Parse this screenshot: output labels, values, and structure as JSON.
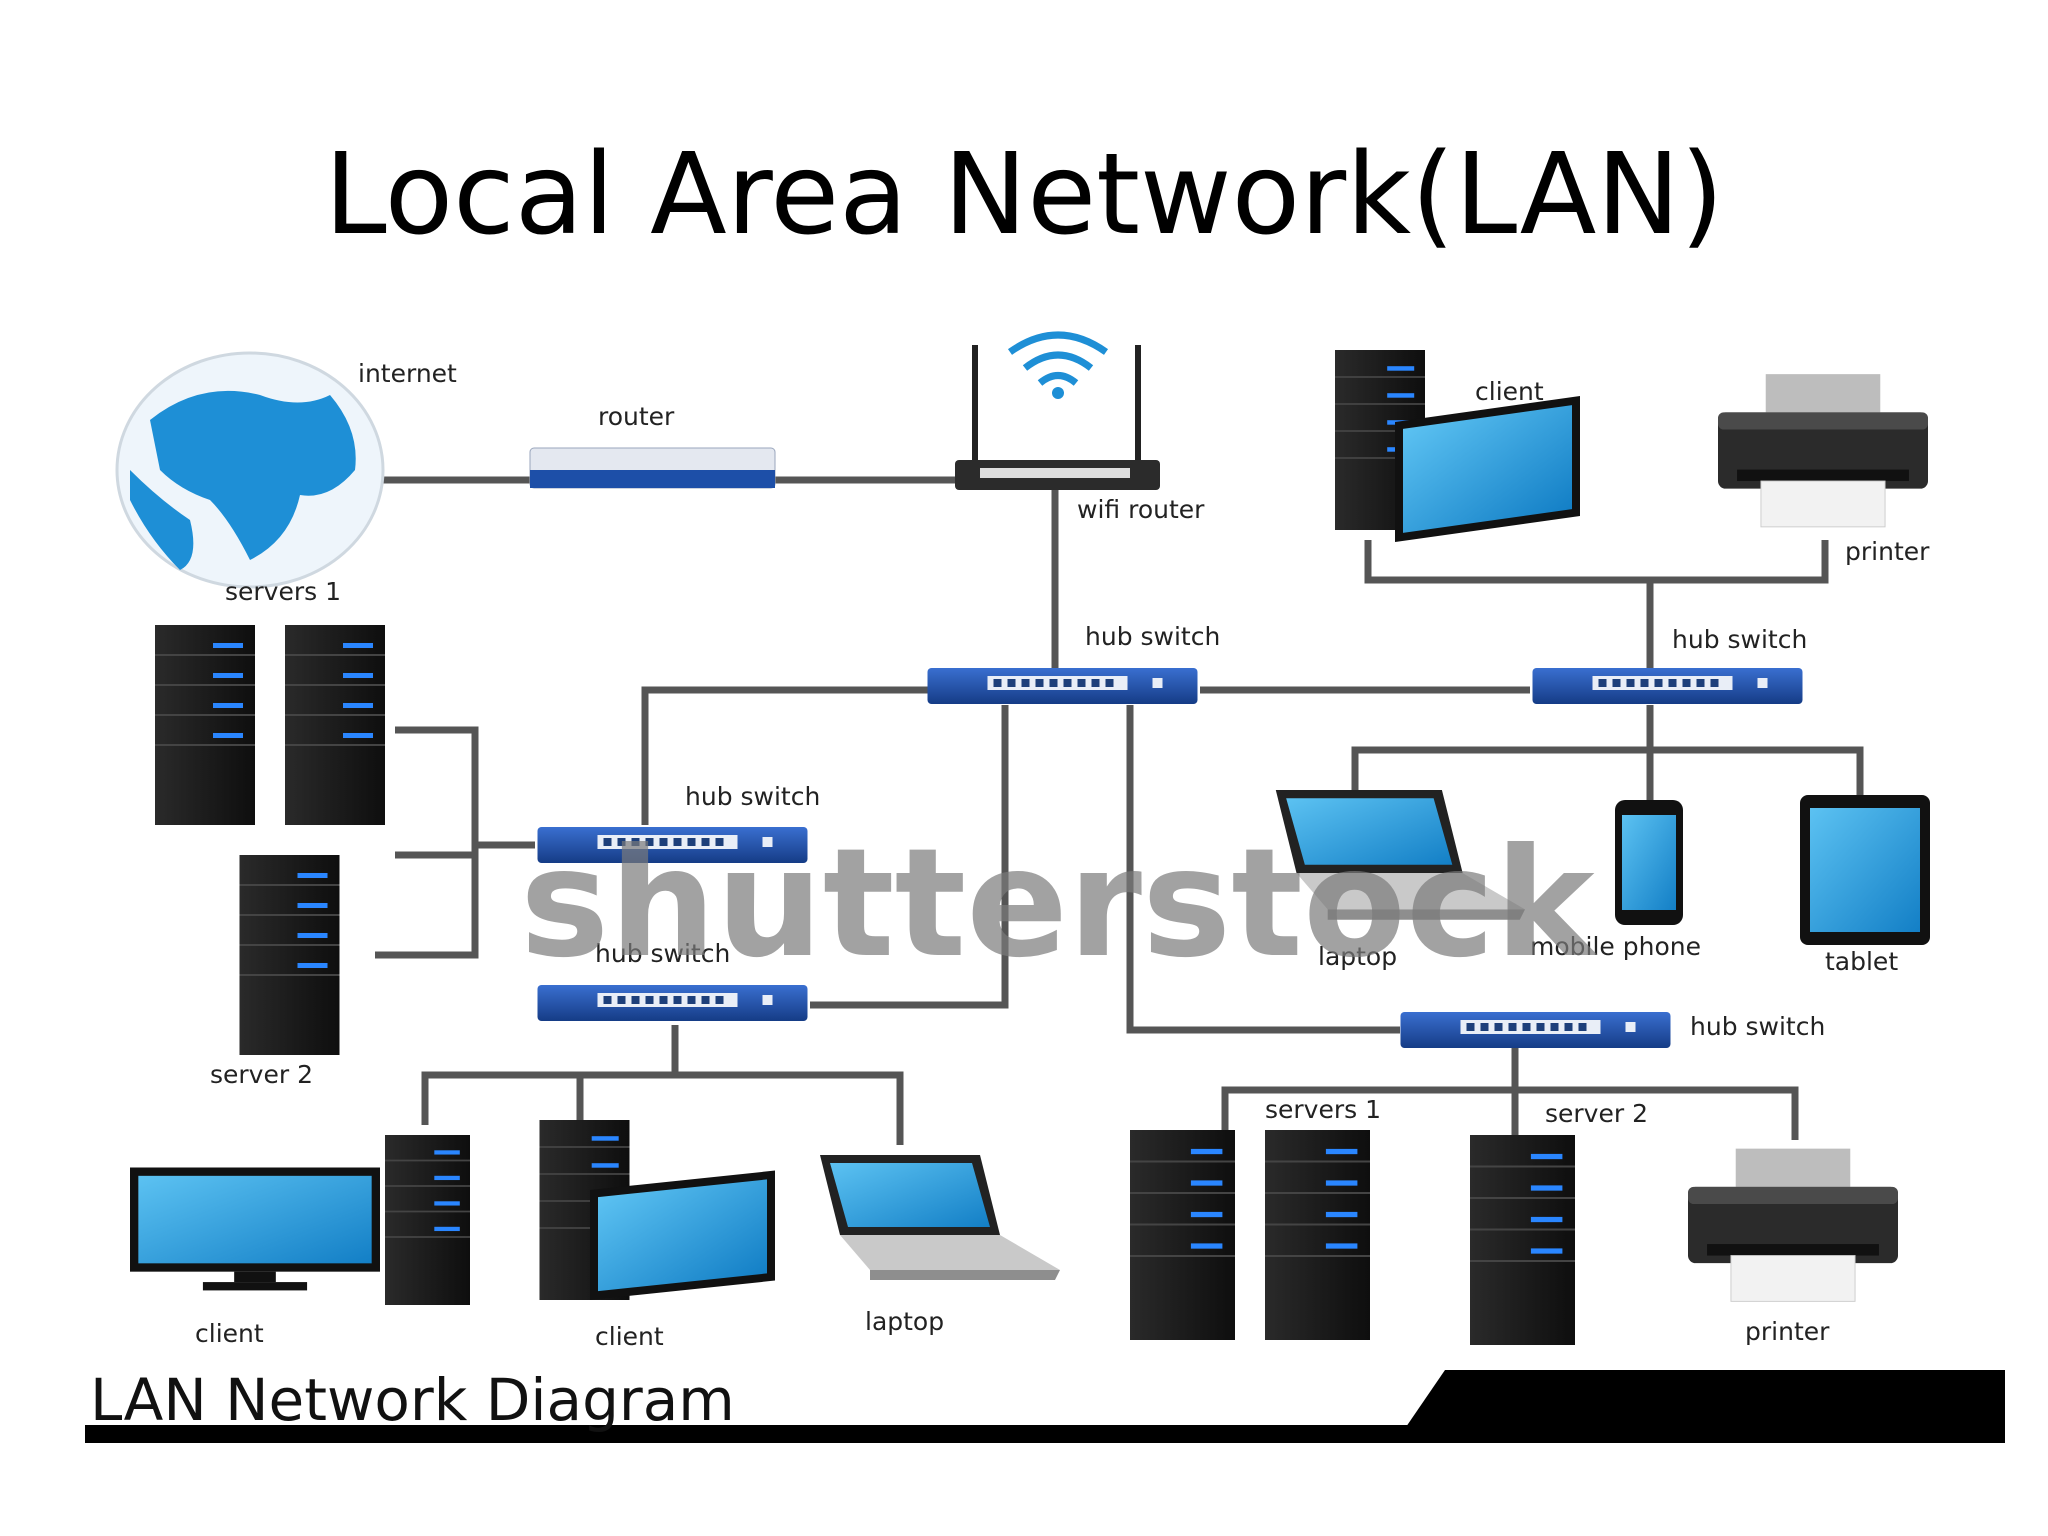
{
  "slide": {
    "title": "Local Area Network(LAN)"
  },
  "diagram": {
    "footer_title": "LAN Network Diagram",
    "watermark": "shutterstock",
    "labels": {
      "internet": "internet",
      "router": "router",
      "wifi_router": "wifi router",
      "client_top": "client",
      "printer_top": "printer",
      "servers1_left": "servers 1",
      "server2_left": "server 2",
      "hub_main": "hub switch",
      "hub_right": "hub switch",
      "hub_left_upper": "hub switch",
      "hub_left_lower": "hub switch",
      "hub_bottom_right": "hub switch",
      "laptop_right": "laptop",
      "mobile_phone": "mobile phone",
      "tablet": "tablet",
      "client_bottom_1": "client",
      "client_bottom_2": "client",
      "laptop_bottom": "laptop",
      "servers1_bottom": "servers 1",
      "server2_bottom": "server 2",
      "printer_bottom": "printer"
    },
    "colors": {
      "device_blue": "#1e8fd6",
      "switch_blue": "#1d4fa8",
      "cable": "#555555",
      "case": "#1a1a1a"
    }
  }
}
